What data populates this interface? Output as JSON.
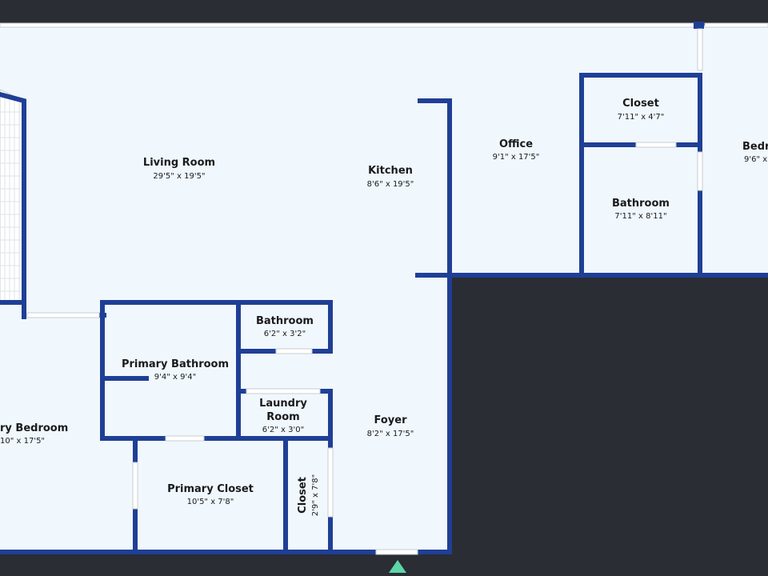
{
  "colors": {
    "background": "#2a2d34",
    "floor": "#f0f7fd",
    "wall": "#1f3f96",
    "door": "#ffffff",
    "marker": "#5dd6a8"
  },
  "rooms": {
    "living_room": {
      "name": "Living Room",
      "dim": "29'5\" x 19'5\""
    },
    "kitchen": {
      "name": "Kitchen",
      "dim": "8'6\" x 19'5\""
    },
    "office": {
      "name": "Office",
      "dim": "9'1\" x 17'5\""
    },
    "closet_upper": {
      "name": "Closet",
      "dim": "7'11\" x 4'7\""
    },
    "bathroom_upper": {
      "name": "Bathroom",
      "dim": "7'11\" x 8'11\""
    },
    "bedroom_right": {
      "name": "Bedr",
      "dim": "9'6\" x"
    },
    "bathroom_small": {
      "name": "Bathroom",
      "dim": "6'2\" x 3'2\""
    },
    "primary_bathroom": {
      "name": "Primary Bathroom",
      "dim": "9'4\" x 9'4\""
    },
    "laundry_room": {
      "name_line1": "Laundry",
      "name_line2": "Room",
      "dim": "6'2\" x 3'0\""
    },
    "primary_bedroom": {
      "name": "ry Bedroom",
      "dim": "10\" x 17'5\""
    },
    "foyer": {
      "name": "Foyer",
      "dim": "8'2\" x 17'5\""
    },
    "primary_closet": {
      "name": "Primary Closet",
      "dim": "10'5\" x 7'8\""
    },
    "closet_narrow": {
      "name": "Closet",
      "dim": "2'9\" x 7'8\""
    }
  }
}
